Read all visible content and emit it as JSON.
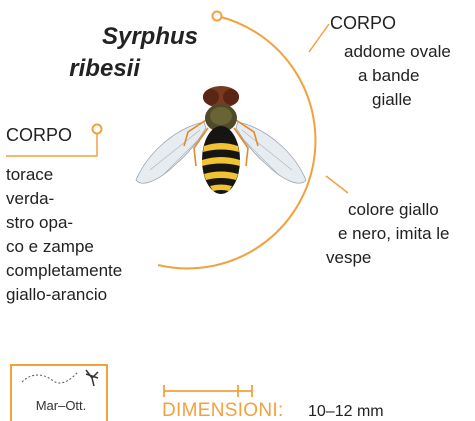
{
  "species": {
    "genus": "Syrphus",
    "epithet": "ribesii"
  },
  "abdomen": {
    "heading": "CORPO",
    "lines": [
      "addome ovale",
      "a bande",
      "gialle"
    ]
  },
  "thorax": {
    "heading": "CORPO",
    "lines": [
      "torace",
      "verda-",
      "stro opa-",
      "co e zampe",
      "completamente",
      "giallo-arancio"
    ]
  },
  "coloring": {
    "lines": [
      "colore giallo",
      "e nero, imita le",
      "vespe"
    ]
  },
  "period": {
    "text": "Mar–Ott."
  },
  "dimensions": {
    "label": "DIMENSIONI:",
    "value": "10–12 mm"
  },
  "colors": {
    "accent": "#f2a13f",
    "text": "#222222"
  },
  "icons": {
    "insect": "hoverfly-illustration",
    "flight_path": "dotted-flight-path-icon",
    "fly": "small-fly-icon",
    "ruler": "size-ruler-icon"
  }
}
